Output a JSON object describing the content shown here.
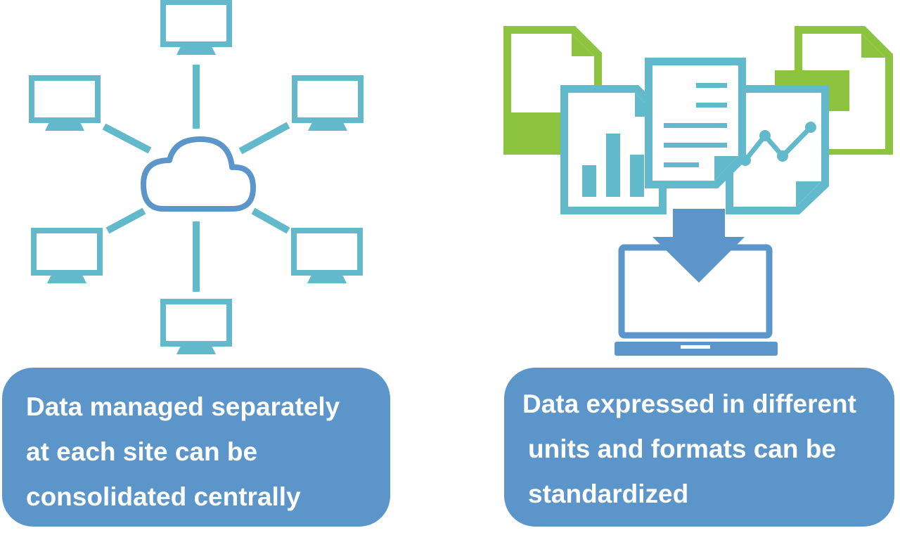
{
  "colors": {
    "teal": "#62b9cc",
    "blue": "#5b95c9",
    "green": "#8cc43f",
    "white": "#ffffff"
  },
  "icons": {
    "left_panel": [
      "computer-icon",
      "cloud-icon"
    ],
    "right_panel": [
      "document-icon",
      "bar-chart-icon",
      "line-chart-icon",
      "download-arrow-icon",
      "laptop-icon"
    ]
  },
  "panels": {
    "left": {
      "caption_lines": [
        "Data managed separately",
        "at each site can be",
        "consolidated centrally"
      ]
    },
    "right": {
      "caption_lines": [
        "Data expressed in different",
        "units and formats can be",
        "standardized"
      ]
    }
  }
}
